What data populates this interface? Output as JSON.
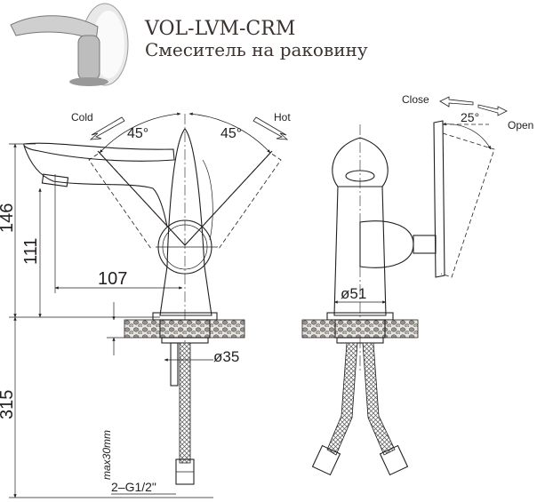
{
  "header": {
    "model": "VOL-LVM-CRM",
    "description": "Смеситель на раковину"
  },
  "front_view": {
    "cold_label": "Cold",
    "hot_label": "Hot",
    "angle_left": "45°",
    "angle_right": "45°",
    "dim_total_height": "146",
    "dim_spout_height": "111",
    "dim_spout_reach": "107",
    "dim_hose_length": "315",
    "dim_mount_diameter": "ø35",
    "dim_max_thickness": "max30mm",
    "dim_connection": "2–G1/2\""
  },
  "side_view": {
    "close_label": "Close",
    "open_label": "Open",
    "angle_open": "25°",
    "dim_base_diameter": "ø51"
  }
}
